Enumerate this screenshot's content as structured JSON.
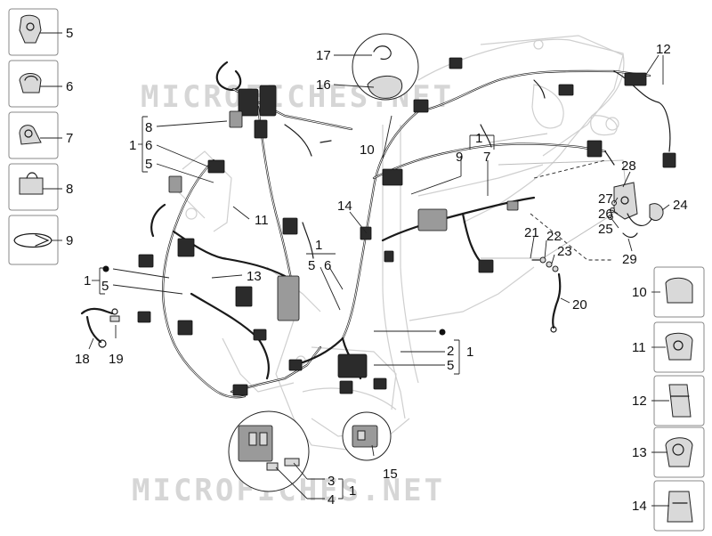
{
  "watermarks": [
    "MICROFICHES.NET",
    "MICROFICHES.NET"
  ],
  "callouts": {
    "n1a": "1",
    "n1b": "1",
    "n1c": "1",
    "n1d": "1",
    "n1e": "1",
    "n1f": "1",
    "n2": "2",
    "n3": "3",
    "n4": "4",
    "n5a": "5",
    "n5b": "5",
    "n5c": "5",
    "n5d": "5",
    "n6a": "6",
    "n6b": "6",
    "n7": "7",
    "n8": "8",
    "n9": "9",
    "n10": "10",
    "n11": "11",
    "n12": "12",
    "n13": "13",
    "n14": "14",
    "n15": "15",
    "n16": "16",
    "n17": "17",
    "n18": "18",
    "n19": "19",
    "n20": "20",
    "n21": "21",
    "n22": "22",
    "n23": "23",
    "n24": "24",
    "n25": "25",
    "n26": "26",
    "n27": "27",
    "n28": "28",
    "n29": "29"
  },
  "left_panel": [
    "5",
    "6",
    "7",
    "8",
    "9"
  ],
  "right_panel": [
    "10",
    "11",
    "12",
    "13",
    "14"
  ]
}
